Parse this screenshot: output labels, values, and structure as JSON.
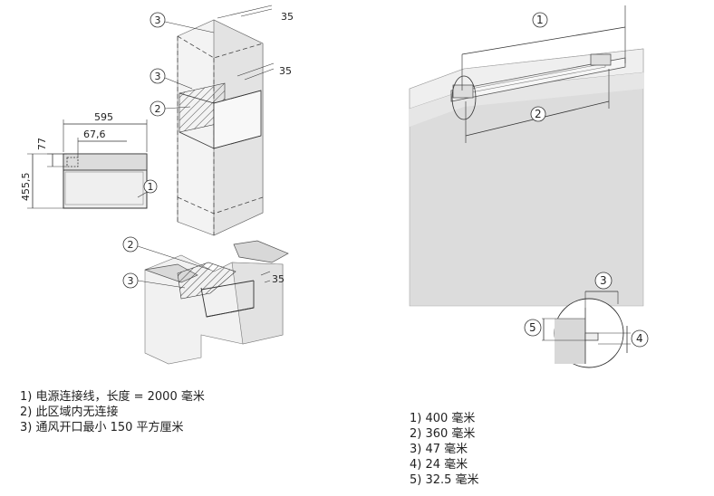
{
  "left_diagram": {
    "dimensions": {
      "width_595": "595",
      "depth_77": "77",
      "offset_67_6": "67,6",
      "height_455_5": "455,5",
      "gap_35_top": "35",
      "gap_35_mid": "35",
      "gap_35_bottom": "35"
    },
    "callouts": [
      "1",
      "2",
      "3",
      "3",
      "2",
      "3"
    ]
  },
  "right_diagram": {
    "callouts": [
      "1",
      "2",
      "3",
      "4",
      "5"
    ]
  },
  "legend_left": [
    "1) 电源连接线，长度 = 2000 毫米",
    "2) 此区域内无连接",
    "3) 通风开口最小 150 平方厘米"
  ],
  "legend_right": [
    "1) 400 毫米",
    "2) 360 毫米",
    "3) 47 毫米",
    "4) 24 毫米",
    "5) 32.5 毫米"
  ]
}
